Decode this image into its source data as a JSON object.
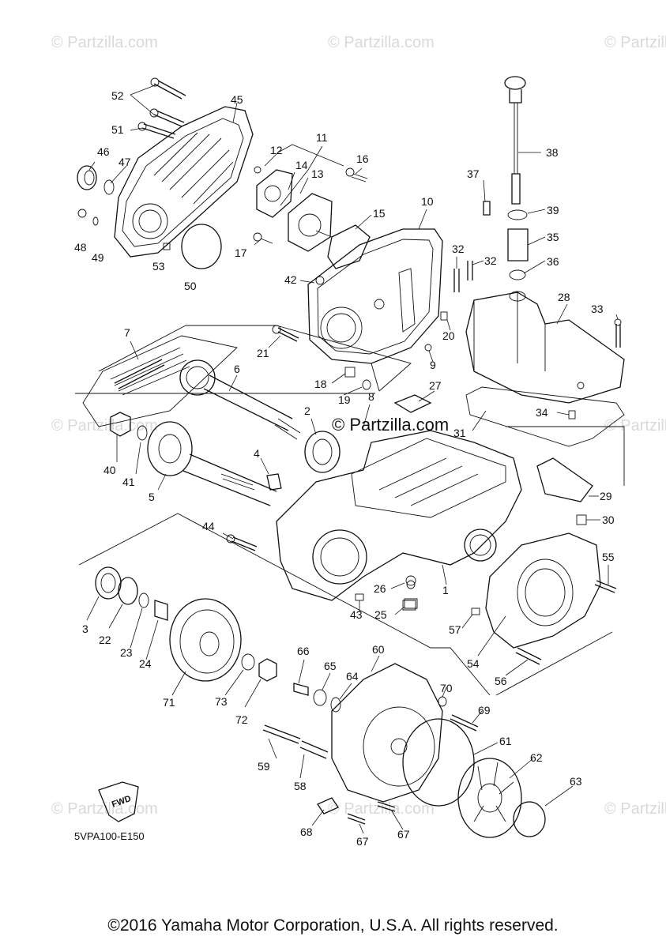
{
  "diagram_code": "5VPA100-E150",
  "watermark": "© Partzilla.com",
  "center_watermark": "© Partzilla.com",
  "fwd_label": "FWD",
  "copyright": "©2016 Yamaha Motor Corporation, U.S.A. All rights reserved.",
  "labels": [
    "52",
    "45",
    "51",
    "46",
    "47",
    "48",
    "49",
    "53",
    "50",
    "12",
    "11",
    "14",
    "13",
    "16",
    "17",
    "15",
    "10",
    "42",
    "21",
    "18",
    "19",
    "9",
    "20",
    "7",
    "6",
    "2",
    "8",
    "27",
    "40",
    "41",
    "5",
    "4",
    "44",
    "3",
    "22",
    "23",
    "24",
    "71",
    "73",
    "72",
    "66",
    "65",
    "64",
    "60",
    "58",
    "59",
    "68",
    "67",
    "67",
    "26",
    "25",
    "1",
    "43",
    "55",
    "54",
    "56",
    "57",
    "70",
    "69",
    "61",
    "62",
    "63",
    "37",
    "38",
    "39",
    "35",
    "36",
    "32",
    "32",
    "28",
    "33",
    "34",
    "31",
    "29",
    "30"
  ]
}
